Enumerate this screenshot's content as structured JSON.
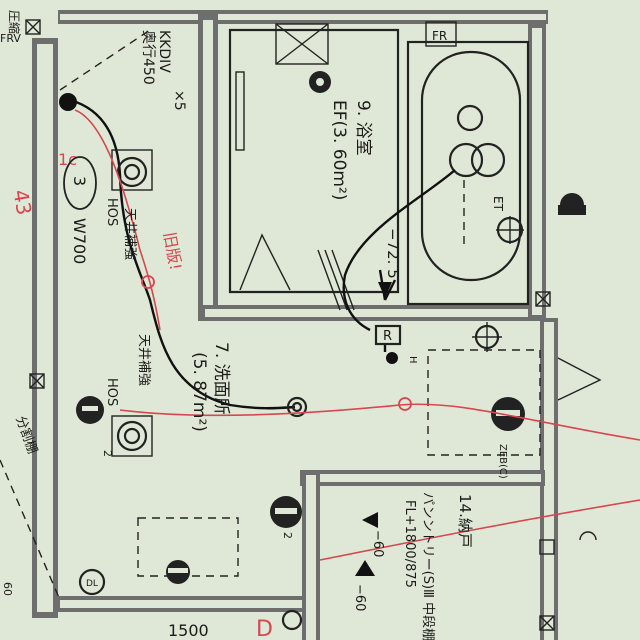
{
  "labels": {
    "kkdiv": "KKDIV",
    "depth": "奥行450",
    "times5": "×5",
    "circle_num": "3",
    "w700": "W700",
    "hos_1": "HOS",
    "hos_2": "HOS",
    "ceiling_reinforce_1": "天井補強",
    "ceiling_reinforce_2": "天井補強",
    "bath_name": "9. 浴室",
    "bath_area": "EF(3. 60m²)",
    "fr": "FR",
    "et": "ET",
    "dim_725": "−72. 5",
    "r_box": "R",
    "h_small": "H",
    "wash_name": "7. 洗面所",
    "wash_area": "(5. 87m²)",
    "num_2a": "2",
    "num_2b": "2",
    "pantry": "パンントリー(S)Ⅲ 中段棚",
    "fl_dim": "FL+1800/875",
    "storage": "14.納戸",
    "dim_60a": "−60",
    "dim_60b": "−60",
    "dim_1500": "1500",
    "left_top": "圧縮",
    "left_fr": "FRV",
    "left_bottom": "分割棚",
    "dim_60c": "60",
    "right_mid": "ZEB(C)",
    "dl": "DL"
  },
  "annotations": {
    "red_43": "43",
    "red_1c": "1c",
    "red_side": "旧版!",
    "red_bottom": "D"
  },
  "colors": {
    "paper": "#dfe8d6",
    "ink": "#1b1b1b",
    "wall": "#6e6e6e",
    "marker_red": "#d8474f"
  }
}
